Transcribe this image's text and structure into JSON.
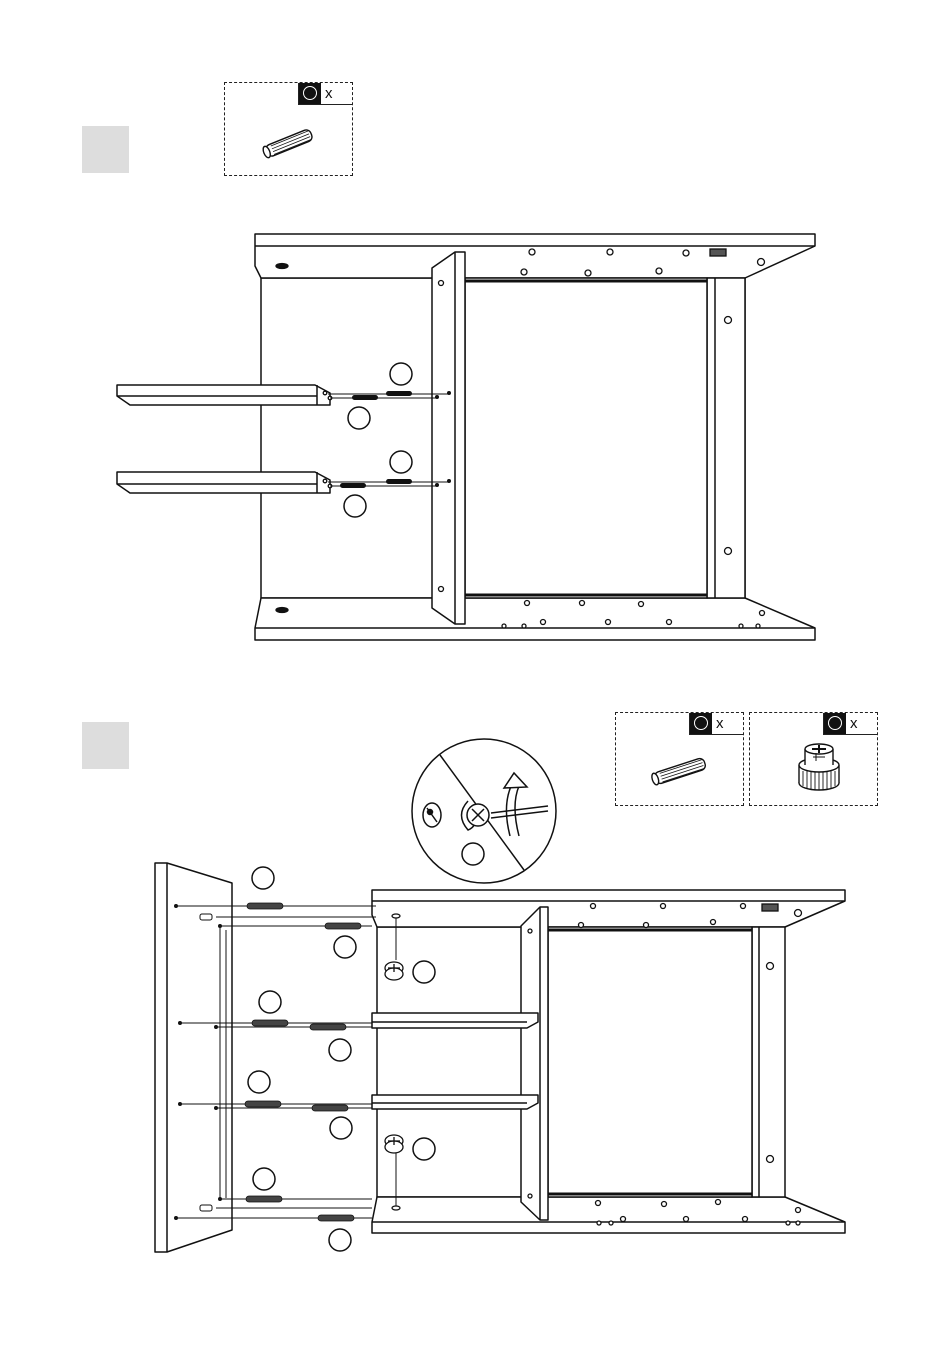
{
  "steps": [
    {
      "parts": [
        {
          "icon": "wooden-dowel-icon",
          "multiplier": "x"
        }
      ]
    },
    {
      "parts": [
        {
          "icon": "wooden-dowel-icon",
          "multiplier": "x"
        },
        {
          "icon": "cam-lock-icon",
          "multiplier": "x"
        }
      ]
    }
  ],
  "colors": {
    "line": "#111111",
    "step_fill": "#dddddd",
    "background": "#ffffff"
  }
}
